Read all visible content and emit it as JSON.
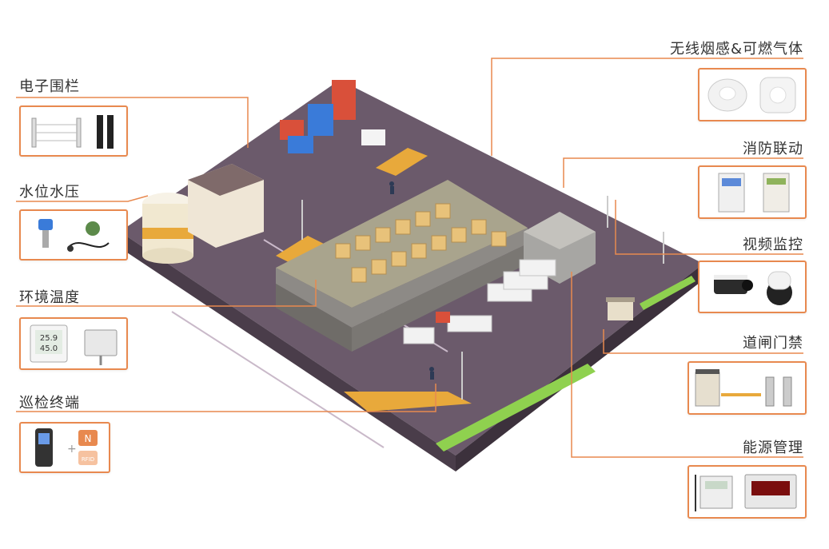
{
  "accent": "#e8894f",
  "labels": {
    "fence": "电子围栏",
    "water": "水位水压",
    "env": "环境温度",
    "patrol": "巡检终端",
    "smoke": "无线烟感&可燃气体",
    "fire": "消防联动",
    "video": "视频监控",
    "gate": "道闸门禁",
    "energy": "能源管理"
  },
  "devices": {
    "temp_display_top": "25.9",
    "temp_display_bottom": "45.0",
    "nfc_badge": "N",
    "rfid_badge": "RFID"
  }
}
